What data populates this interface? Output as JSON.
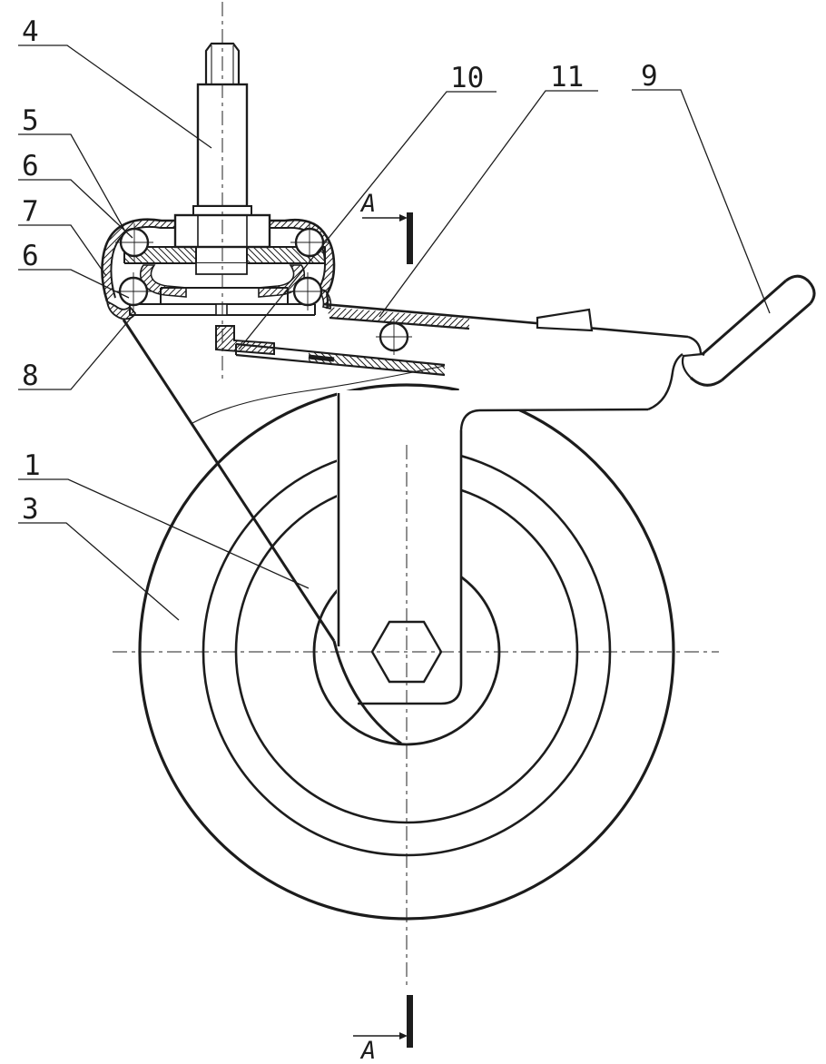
{
  "drawing": {
    "kind": "technical-drawing",
    "colors": {
      "background": "#ffffff",
      "line": "#1c1c1c"
    }
  },
  "callouts": [
    {
      "label": "4"
    },
    {
      "label": "5"
    },
    {
      "label": "6"
    },
    {
      "label": "7"
    },
    {
      "label": "6"
    },
    {
      "label": "8"
    },
    {
      "label": "1"
    },
    {
      "label": "3"
    },
    {
      "label": "10"
    },
    {
      "label": "11"
    },
    {
      "label": "9"
    }
  ],
  "section_markers": [
    {
      "label": "A"
    },
    {
      "label": "A"
    }
  ]
}
